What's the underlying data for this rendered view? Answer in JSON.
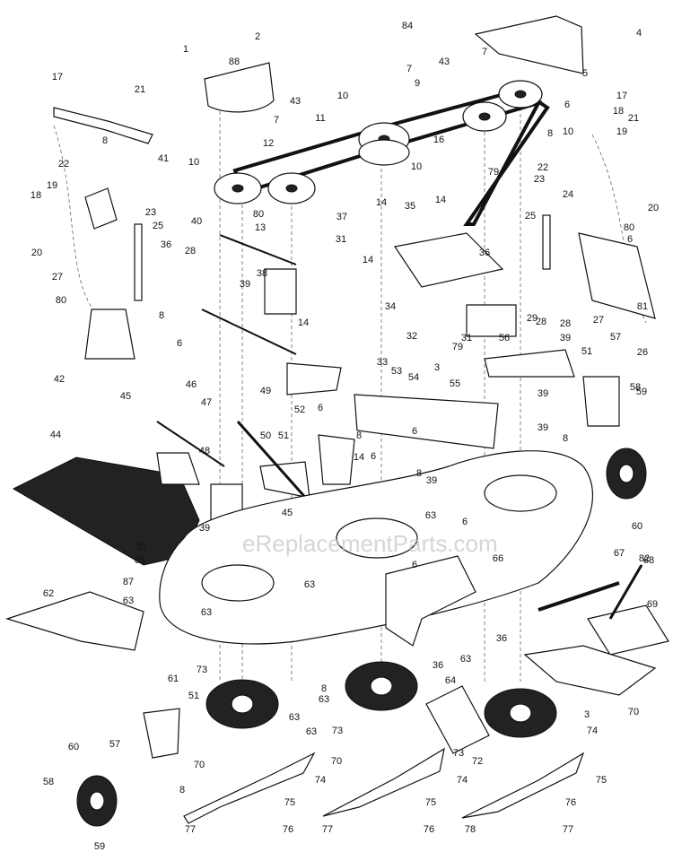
{
  "watermark": "eReplacementParts.com",
  "part_labels": [
    "1",
    "2",
    "3",
    "3",
    "4",
    "5",
    "6",
    "6",
    "6",
    "6",
    "6",
    "6",
    "6",
    "6",
    "7",
    "7",
    "7",
    "8",
    "8",
    "8",
    "8",
    "8",
    "8",
    "8",
    "8",
    "9",
    "10",
    "10",
    "10",
    "10",
    "11",
    "12",
    "13",
    "14",
    "14",
    "14",
    "14",
    "14",
    "16",
    "17",
    "17",
    "18",
    "18",
    "19",
    "19",
    "20",
    "20",
    "21",
    "21",
    "22",
    "22",
    "23",
    "23",
    "24",
    "25",
    "25",
    "26",
    "27",
    "27",
    "28",
    "28",
    "28",
    "29",
    "31",
    "31",
    "32",
    "33",
    "34",
    "35",
    "36",
    "36",
    "36",
    "36",
    "37",
    "38",
    "39",
    "39",
    "39",
    "39",
    "39",
    "39",
    "40",
    "41",
    "42",
    "43",
    "43",
    "44",
    "45",
    "45",
    "46",
    "47",
    "48",
    "49",
    "50",
    "51",
    "51",
    "51",
    "51",
    "52",
    "53",
    "54",
    "55",
    "56",
    "57",
    "57",
    "58",
    "58",
    "59",
    "59",
    "60",
    "60",
    "61",
    "62",
    "63",
    "63",
    "63",
    "63",
    "63",
    "63",
    "63",
    "63",
    "64",
    "65",
    "66",
    "67",
    "68",
    "69",
    "70",
    "70",
    "70",
    "72",
    "73",
    "73",
    "73",
    "74",
    "74",
    "74",
    "75",
    "75",
    "75",
    "76",
    "76",
    "76",
    "77",
    "77",
    "77",
    "78",
    "79",
    "79",
    "80",
    "80",
    "80",
    "81",
    "82",
    "84",
    "87",
    "88"
  ]
}
